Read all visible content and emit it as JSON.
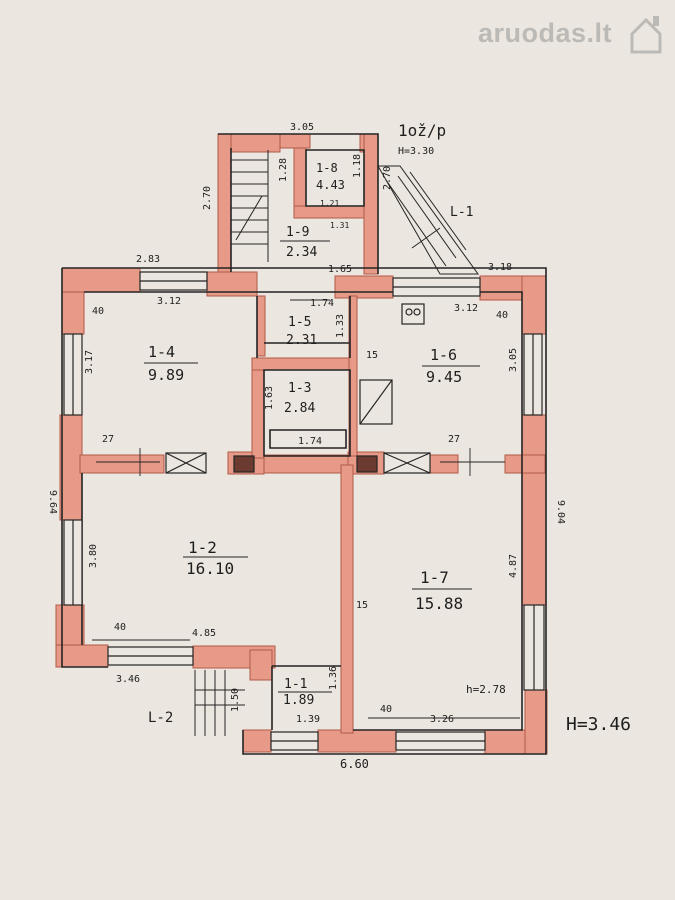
{
  "watermark": {
    "text": "aruodas.lt"
  },
  "header": {
    "floor": "1ož/p",
    "height_a": "H=3.30",
    "height_b": "H=3.46",
    "room_h": "h=2.78"
  },
  "labels": {
    "stair_top": "L-1",
    "stair_bottom": "L-2"
  },
  "rooms": [
    {
      "id": "1-1",
      "area": "1.89"
    },
    {
      "id": "1-2",
      "area": "16.10"
    },
    {
      "id": "1-3",
      "area": "2.84"
    },
    {
      "id": "1-4",
      "area": "9.89"
    },
    {
      "id": "1-5",
      "area": "2.31"
    },
    {
      "id": "1-6",
      "area": "9.45"
    },
    {
      "id": "1-7",
      "area": "15.88"
    },
    {
      "id": "1-8",
      "area": "4.43"
    },
    {
      "id": "1-9",
      "area": "2.34"
    }
  ],
  "dims": {
    "d305": "3.05",
    "d270a": "2.70",
    "d128": "1.28",
    "d118": "1.18",
    "d121": "1.21",
    "d131": "1.31",
    "d270b": "2.70",
    "d165": "1.65",
    "d283": "2.83",
    "d318": "3.18",
    "d312a": "3.12",
    "d174": "1.74",
    "d312b": "3.12",
    "d40a": "40",
    "d40b": "40",
    "d317": "3.17",
    "d133": "1.33",
    "d15a": "15",
    "d305b": "3.05",
    "d163": "1.63",
    "d174b": "1.74",
    "d964": "9.64",
    "d904": "9.04",
    "d27a": "27",
    "d27b": "27",
    "d380": "3.80",
    "d15b": "15",
    "d487": "4.87",
    "d40c": "40",
    "d485": "4.85",
    "d346": "3.46",
    "d136": "1.36",
    "d150": "1.50",
    "d139": "1.39",
    "d40d": "40",
    "d326": "3.26",
    "d660": "6.60"
  },
  "colors": {
    "wall": "#e89a88",
    "wall_stroke": "#b15a48",
    "line": "#242424",
    "paper": "#ebe6df"
  }
}
